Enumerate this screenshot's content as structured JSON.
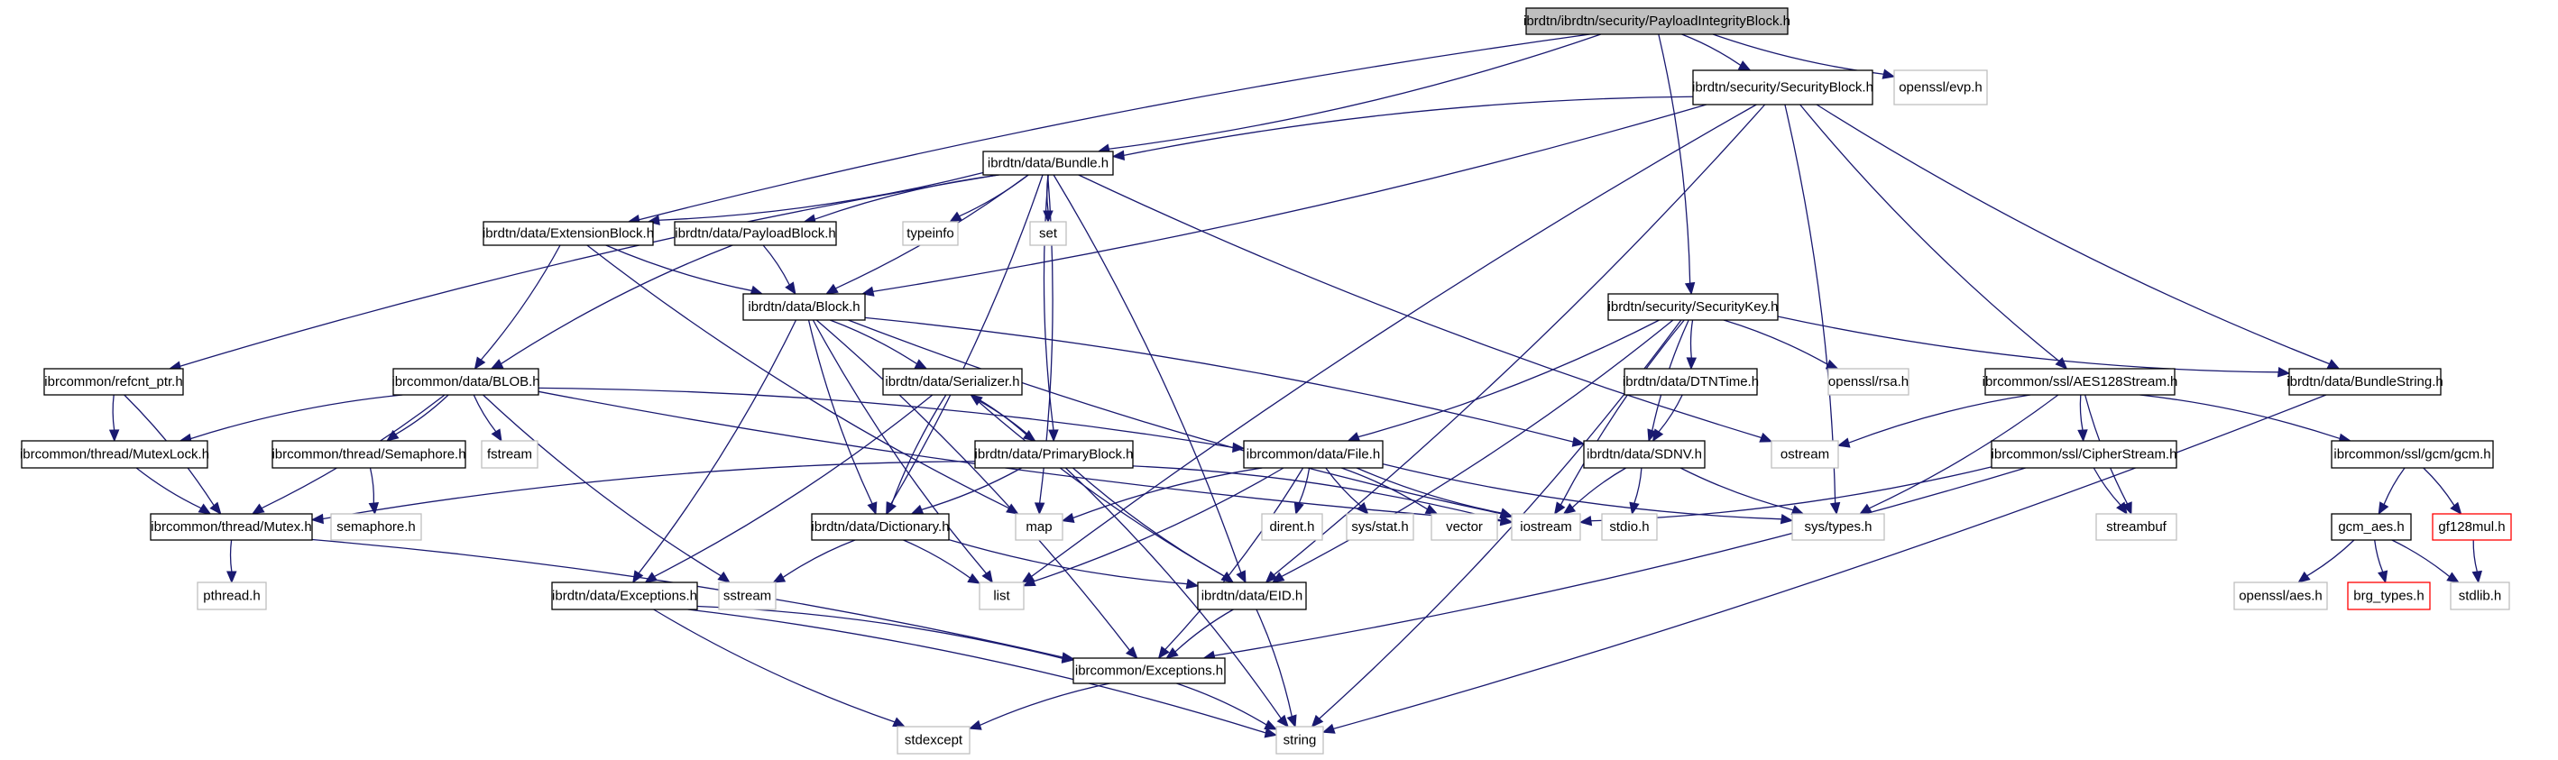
{
  "diagram": {
    "type": "include-dependency-graph",
    "edge_color": "#191970",
    "root_fill": "#bfbfbf",
    "nodes": [
      {
        "id": "root",
        "label": "ibrdtn/ibrdtn/security/PayloadIntegrityBlock.h",
        "kind": "root"
      },
      {
        "id": "securityblock",
        "label": "ibrdtn/security/SecurityBlock.h",
        "kind": "internal"
      },
      {
        "id": "evp",
        "label": "openssl/evp.h",
        "kind": "external"
      },
      {
        "id": "bundle",
        "label": "ibrdtn/data/Bundle.h",
        "kind": "internal"
      },
      {
        "id": "extensionblock",
        "label": "ibrdtn/data/ExtensionBlock.h",
        "kind": "internal"
      },
      {
        "id": "payloadblock",
        "label": "ibrdtn/data/PayloadBlock.h",
        "kind": "internal"
      },
      {
        "id": "typeinfo",
        "label": "typeinfo",
        "kind": "external"
      },
      {
        "id": "set",
        "label": "set",
        "kind": "external"
      },
      {
        "id": "block",
        "label": "ibrdtn/data/Block.h",
        "kind": "internal"
      },
      {
        "id": "securitykey",
        "label": "ibrdtn/security/SecurityKey.h",
        "kind": "internal"
      },
      {
        "id": "refcnt",
        "label": "ibrcommon/refcnt_ptr.h",
        "kind": "internal"
      },
      {
        "id": "blob",
        "label": "ibrcommon/data/BLOB.h",
        "kind": "internal"
      },
      {
        "id": "serializer",
        "label": "ibrdtn/data/Serializer.h",
        "kind": "internal"
      },
      {
        "id": "dtntime",
        "label": "ibrdtn/data/DTNTime.h",
        "kind": "internal"
      },
      {
        "id": "rsa",
        "label": "openssl/rsa.h",
        "kind": "external"
      },
      {
        "id": "aes128",
        "label": "ibrcommon/ssl/AES128Stream.h",
        "kind": "internal"
      },
      {
        "id": "bundlestring",
        "label": "ibrdtn/data/BundleString.h",
        "kind": "internal"
      },
      {
        "id": "mutexlock",
        "label": "ibrcommon/thread/MutexLock.h",
        "kind": "internal"
      },
      {
        "id": "semaphoreh",
        "label": "ibrcommon/thread/Semaphore.h",
        "kind": "internal"
      },
      {
        "id": "fstream",
        "label": "fstream",
        "kind": "external"
      },
      {
        "id": "primaryblock",
        "label": "ibrdtn/data/PrimaryBlock.h",
        "kind": "internal"
      },
      {
        "id": "file",
        "label": "ibrcommon/data/File.h",
        "kind": "internal"
      },
      {
        "id": "sdnv",
        "label": "ibrdtn/data/SDNV.h",
        "kind": "internal"
      },
      {
        "id": "ostream",
        "label": "ostream",
        "kind": "external"
      },
      {
        "id": "cipherstream",
        "label": "ibrcommon/ssl/CipherStream.h",
        "kind": "internal"
      },
      {
        "id": "gcm",
        "label": "ibrcommon/ssl/gcm/gcm.h",
        "kind": "internal"
      },
      {
        "id": "mutex",
        "label": "ibrcommon/thread/Mutex.h",
        "kind": "internal"
      },
      {
        "id": "semaphore_sys",
        "label": "semaphore.h",
        "kind": "external"
      },
      {
        "id": "dictionary",
        "label": "ibrdtn/data/Dictionary.h",
        "kind": "internal"
      },
      {
        "id": "map",
        "label": "map",
        "kind": "external"
      },
      {
        "id": "dirent",
        "label": "dirent.h",
        "kind": "external"
      },
      {
        "id": "sysstat",
        "label": "sys/stat.h",
        "kind": "external"
      },
      {
        "id": "vector",
        "label": "vector",
        "kind": "external"
      },
      {
        "id": "iostream",
        "label": "iostream",
        "kind": "external"
      },
      {
        "id": "stdio",
        "label": "stdio.h",
        "kind": "external"
      },
      {
        "id": "systypes",
        "label": "sys/types.h",
        "kind": "external"
      },
      {
        "id": "streambuf",
        "label": "streambuf",
        "kind": "external"
      },
      {
        "id": "gcmaes",
        "label": "gcm_aes.h",
        "kind": "internal"
      },
      {
        "id": "gf128mul",
        "label": "gf128mul.h",
        "kind": "missing"
      },
      {
        "id": "pthread",
        "label": "pthread.h",
        "kind": "external"
      },
      {
        "id": "dtnexceptions",
        "label": "ibrdtn/data/Exceptions.h",
        "kind": "internal"
      },
      {
        "id": "sstream",
        "label": "sstream",
        "kind": "external"
      },
      {
        "id": "list",
        "label": "list",
        "kind": "external"
      },
      {
        "id": "eid",
        "label": "ibrdtn/data/EID.h",
        "kind": "internal"
      },
      {
        "id": "opensslaes",
        "label": "openssl/aes.h",
        "kind": "external"
      },
      {
        "id": "brgtypes",
        "label": "brg_types.h",
        "kind": "missing"
      },
      {
        "id": "stdlib",
        "label": "stdlib.h",
        "kind": "external"
      },
      {
        "id": "commonexceptions",
        "label": "ibrcommon/Exceptions.h",
        "kind": "internal"
      },
      {
        "id": "stdexcept",
        "label": "stdexcept",
        "kind": "external"
      },
      {
        "id": "string",
        "label": "string",
        "kind": "external"
      }
    ],
    "edges": [
      [
        "root",
        "securityblock"
      ],
      [
        "root",
        "evp"
      ],
      [
        "root",
        "bundle"
      ],
      [
        "root",
        "extensionblock"
      ],
      [
        "root",
        "securitykey"
      ],
      [
        "securityblock",
        "bundle"
      ],
      [
        "securityblock",
        "block"
      ],
      [
        "securityblock",
        "list"
      ],
      [
        "securityblock",
        "systypes"
      ],
      [
        "securityblock",
        "aes128"
      ],
      [
        "securityblock",
        "eid"
      ],
      [
        "securityblock",
        "bundlestring"
      ],
      [
        "bundle",
        "extensionblock"
      ],
      [
        "bundle",
        "payloadblock"
      ],
      [
        "bundle",
        "typeinfo"
      ],
      [
        "bundle",
        "set"
      ],
      [
        "bundle",
        "block"
      ],
      [
        "bundle",
        "refcnt"
      ],
      [
        "bundle",
        "dictionary"
      ],
      [
        "bundle",
        "primaryblock"
      ],
      [
        "bundle",
        "map"
      ],
      [
        "bundle",
        "ostream"
      ],
      [
        "bundle",
        "eid"
      ],
      [
        "extensionblock",
        "block"
      ],
      [
        "extensionblock",
        "blob"
      ],
      [
        "extensionblock",
        "map"
      ],
      [
        "payloadblock",
        "block"
      ],
      [
        "payloadblock",
        "blob"
      ],
      [
        "block",
        "serializer"
      ],
      [
        "block",
        "dictionary"
      ],
      [
        "block",
        "dtnexceptions"
      ],
      [
        "block",
        "list"
      ],
      [
        "block",
        "sdnv"
      ],
      [
        "block",
        "iostream"
      ],
      [
        "block",
        "commonexceptions"
      ],
      [
        "securitykey",
        "dtntime"
      ],
      [
        "securitykey",
        "rsa"
      ],
      [
        "securitykey",
        "sdnv"
      ],
      [
        "securitykey",
        "file"
      ],
      [
        "securitykey",
        "iostream"
      ],
      [
        "securitykey",
        "eid"
      ],
      [
        "securitykey",
        "bundlestring"
      ],
      [
        "securitykey",
        "string"
      ],
      [
        "refcnt",
        "mutexlock"
      ],
      [
        "refcnt",
        "mutex"
      ],
      [
        "blob",
        "mutexlock"
      ],
      [
        "blob",
        "semaphoreh"
      ],
      [
        "blob",
        "fstream"
      ],
      [
        "blob",
        "mutex"
      ],
      [
        "blob",
        "sstream"
      ],
      [
        "blob",
        "file"
      ],
      [
        "blob",
        "iostream"
      ],
      [
        "serializer",
        "primaryblock"
      ],
      [
        "serializer",
        "dictionary"
      ],
      [
        "serializer",
        "dtnexceptions"
      ],
      [
        "serializer",
        "eid"
      ],
      [
        "dtntime",
        "sdnv"
      ],
      [
        "aes128",
        "cipherstream"
      ],
      [
        "aes128",
        "gcm"
      ],
      [
        "aes128",
        "ostream"
      ],
      [
        "aes128",
        "systypes"
      ],
      [
        "aes128",
        "streambuf"
      ],
      [
        "bundlestring",
        "string"
      ],
      [
        "mutexlock",
        "mutex"
      ],
      [
        "semaphoreh",
        "semaphore_sys"
      ],
      [
        "primaryblock",
        "serializer"
      ],
      [
        "primaryblock",
        "dictionary"
      ],
      [
        "primaryblock",
        "mutex"
      ],
      [
        "primaryblock",
        "iostream"
      ],
      [
        "primaryblock",
        "eid"
      ],
      [
        "primaryblock",
        "string"
      ],
      [
        "file",
        "map"
      ],
      [
        "file",
        "dirent"
      ],
      [
        "file",
        "sysstat"
      ],
      [
        "file",
        "vector"
      ],
      [
        "file",
        "iostream"
      ],
      [
        "file",
        "list"
      ],
      [
        "file",
        "systypes"
      ],
      [
        "file",
        "commonexceptions"
      ],
      [
        "sdnv",
        "iostream"
      ],
      [
        "sdnv",
        "stdio"
      ],
      [
        "sdnv",
        "systypes"
      ],
      [
        "cipherstream",
        "iostream"
      ],
      [
        "cipherstream",
        "streambuf"
      ],
      [
        "cipherstream",
        "commonexceptions"
      ],
      [
        "gcm",
        "gcmaes"
      ],
      [
        "gcm",
        "gf128mul"
      ],
      [
        "mutex",
        "pthread"
      ],
      [
        "mutex",
        "commonexceptions"
      ],
      [
        "dictionary",
        "sstream"
      ],
      [
        "dictionary",
        "list"
      ],
      [
        "dictionary",
        "eid"
      ],
      [
        "gcmaes",
        "opensslaes"
      ],
      [
        "gcmaes",
        "brgtypes"
      ],
      [
        "gcmaes",
        "stdlib"
      ],
      [
        "gf128mul",
        "stdlib"
      ],
      [
        "dtnexceptions",
        "commonexceptions"
      ],
      [
        "dtnexceptions",
        "stdexcept"
      ],
      [
        "dtnexceptions",
        "string"
      ],
      [
        "eid",
        "commonexceptions"
      ],
      [
        "eid",
        "string"
      ],
      [
        "commonexceptions",
        "stdexcept"
      ],
      [
        "commonexceptions",
        "string"
      ]
    ]
  }
}
